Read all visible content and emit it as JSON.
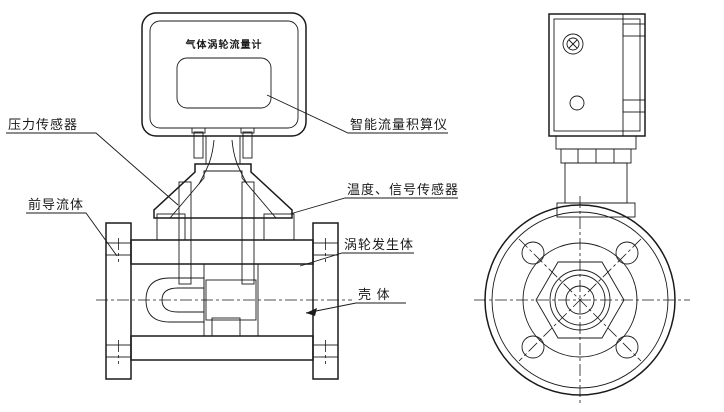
{
  "diagram": {
    "display_title": "气体涡轮流量计",
    "callouts": {
      "pressure_sensor": "压力传感器",
      "front_guide": "前导流体",
      "totalizer": "智能流量积算仪",
      "temp_signal_sensor": "温度、信号传感器",
      "turbine_body": "涡轮发生体",
      "shell": "壳  体"
    },
    "colors": {
      "line": "#1a1a1a",
      "background": "#ffffff"
    }
  }
}
